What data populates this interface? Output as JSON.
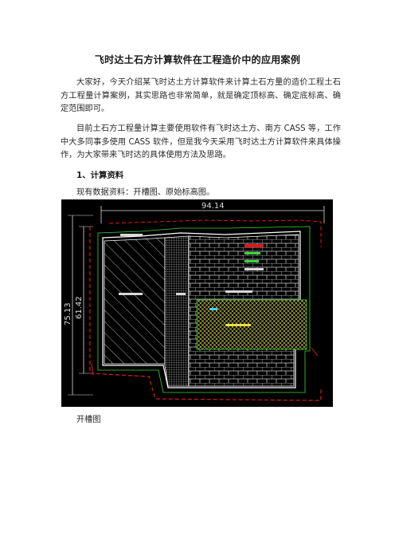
{
  "document": {
    "title": "飞时达土石方计算软件在工程造价中的应用案例",
    "paragraphs": [
      "大家好，今天介绍某飞时达土方计算软件来计算土石方量的造价工程土石方工程量计算案例，其实思路也非常简单，就是确定顶标高、确定底标高、确定范围即可。",
      "目前土石方工程量计算主要使用软件有飞时达土方、南方 CASS 等，工作中大多同事多使用 CASS 软件，但是我今天采用飞时达土方计算软件来具体操作，为大家带来飞时达的具体使用方法及思路。"
    ],
    "section_heading": "1、计算资料",
    "data_line": "现有数据资料：开槽图、原始标高图。",
    "figure_caption": "开槽图"
  },
  "figure": {
    "dim_width": "94.14",
    "dim_height_outer": "75.13",
    "dim_height_inner": "61.42",
    "colors": {
      "background": "#000000",
      "dimension": "#dddddd",
      "outline": "#ffffff",
      "red": "#e01818",
      "green": "#3ad63a",
      "yellow": "#e8e040",
      "cyan": "#40d8e8"
    }
  }
}
